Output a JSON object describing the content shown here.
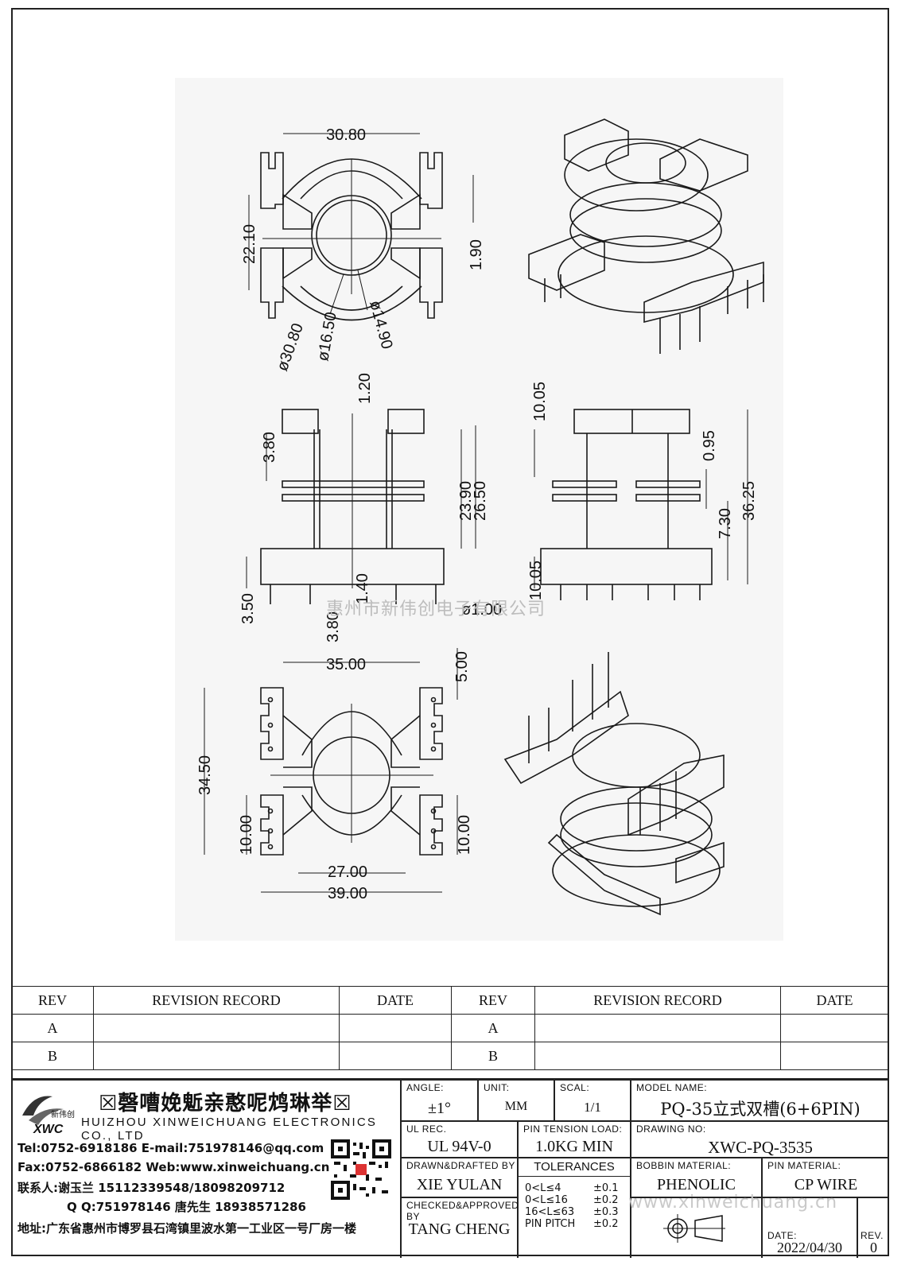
{
  "watermark": "惠州市新伟创电子有限公司",
  "watermark_web": "www.xinweichuang.cn",
  "dimensions": {
    "top_view": {
      "width": "30.80",
      "height": "22.10",
      "slot": "1.90",
      "d_outer": "ø30.80",
      "d_mid": "ø16.50",
      "d_inner": "ø14.90"
    },
    "front_view": {
      "top": "1.20",
      "flange": "3.80",
      "h_inner": "23.90",
      "h_outer": "26.50",
      "pin_len": "3.50",
      "pin_off": "3.80",
      "base": "1.40",
      "pin_d": "ø1.00"
    },
    "side_view": {
      "top": "10.05",
      "gap": "0.95",
      "slot": "7.30",
      "total": "36.25",
      "bottom": "10.05"
    },
    "bottom_view": {
      "width": "35.00",
      "pin_edge": "5.00",
      "height": "34.50",
      "pin_pitch_l": "10.00",
      "pin_pitch_r": "10.00",
      "inner": "27.00",
      "outer": "39.00"
    }
  },
  "revision": {
    "headers": [
      "REV",
      "REVISION RECORD",
      "DATE",
      "REV",
      "REVISION RECORD",
      "DATE"
    ],
    "rows": [
      [
        "A",
        "",
        "",
        "A",
        "",
        ""
      ],
      [
        "B",
        "",
        "",
        "B",
        "",
        ""
      ]
    ]
  },
  "titleblock": {
    "company_cn": "☒磬嘈娩鬿亲憨呢鸩琳举☒",
    "company_en": "HUIZHOU XINWEICHUANG ELECTRONICS CO., LTD",
    "logo_cn": "新伟创",
    "logo_en": "XWC",
    "tel": "Tel:0752-6918186 E-mail:751978146@qq.com",
    "fax": "Fax:0752-6866182 Web:www.xinweichuang.cn",
    "contact": "联系人:谢玉兰 15112339548/18098209712",
    "qq": "Q Q:751978146   唐先生 18938571286",
    "addr": "地址:广东省惠州市博罗县石湾镇里波水第一工业区一号厂房一楼",
    "angle_label": "ANGLE:",
    "angle": "±1°",
    "unit_label": "UNIT:",
    "unit": "MM",
    "scale_label": "SCAL:",
    "scale": "1/1",
    "model_label": "MODEL NAME:",
    "model": "PQ-35立式双槽(6+6PIN)",
    "ul_label": "UL REC.",
    "ul": "UL 94V-0",
    "tension_label": "PIN TENSION LOAD:",
    "tension": "1.0KG MIN",
    "dwg_label": "DRAWING NO:",
    "dwg": "XWC-PQ-3535",
    "drawn_label": "DRAWN&DRAFTED BY",
    "drawn": "XIE YULAN",
    "tol_label": "TOLERANCES",
    "tol": [
      [
        "0<L≤4",
        "±0.1"
      ],
      [
        "0<L≤16",
        "±0.2"
      ],
      [
        "16<L≤63",
        "±0.3"
      ],
      [
        "PIN PITCH",
        "±0.2"
      ]
    ],
    "bobbin_label": "BOBBIN MATERIAL:",
    "bobbin": "PHENOLIC",
    "pin_label": "PIN MATERIAL:",
    "pin": "CP WIRE",
    "checked_label": "CHECKED&APPROVED BY",
    "checked": "TANG CHENG",
    "date_label": "DATE:",
    "date": "2022/04/30",
    "rev_label": "REV.",
    "rev": "0"
  }
}
